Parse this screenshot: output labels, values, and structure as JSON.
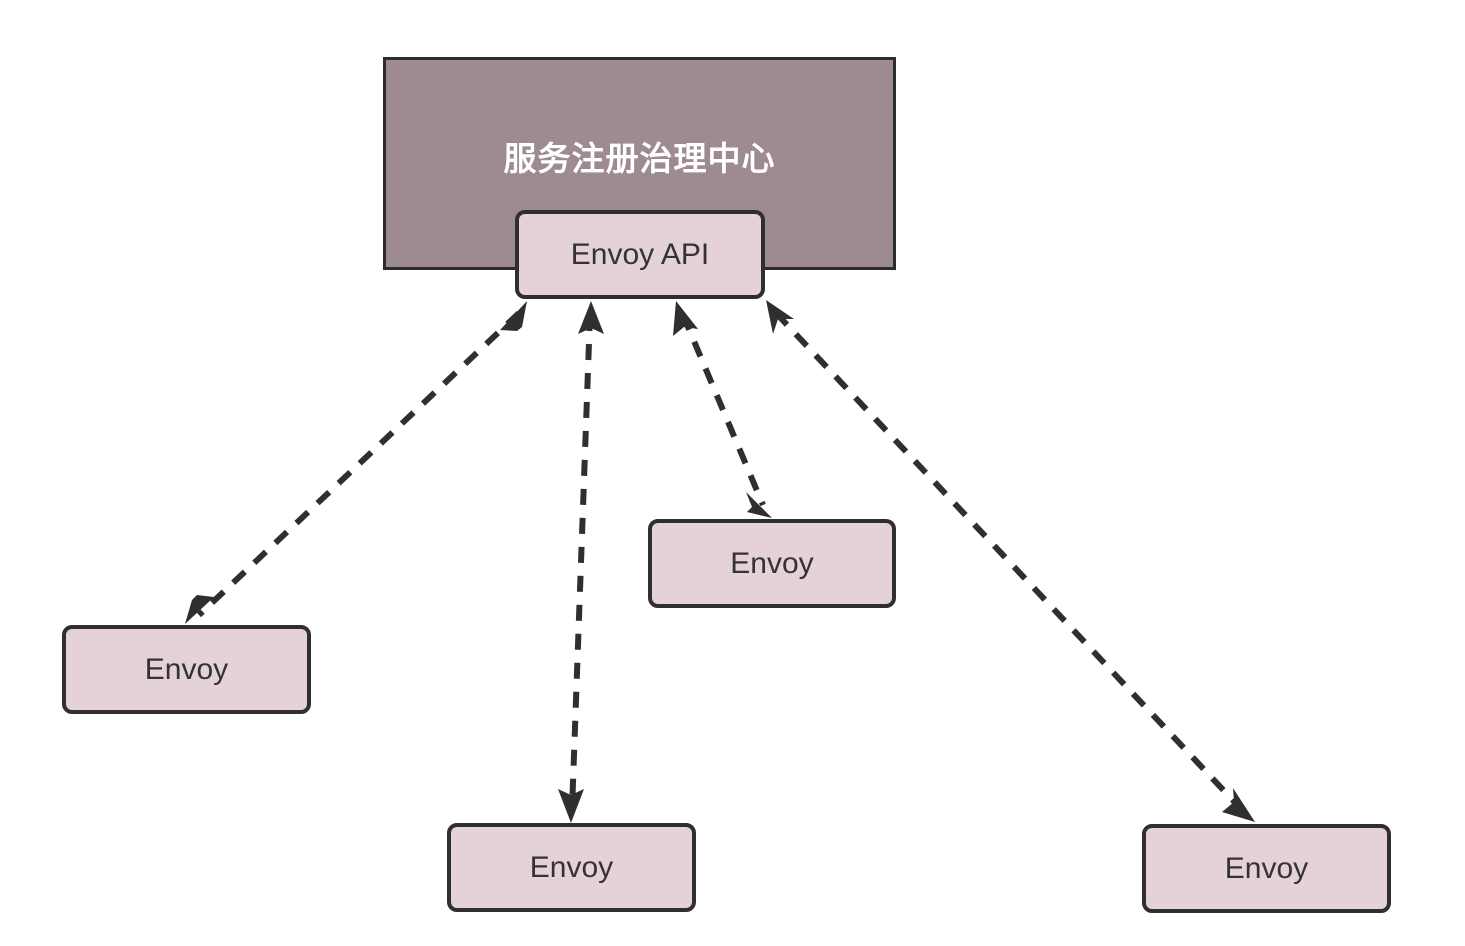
{
  "diagram": {
    "type": "architecture-diagram",
    "background_color": "#ffffff",
    "registry": {
      "title": "服务注册治理中心",
      "fill_color": "#9d8b90",
      "border_color": "#2c2c2c",
      "text_color": "#ffffff"
    },
    "api_node": {
      "label": "Envoy API",
      "fill_color": "#e4d2d8",
      "border_color": "#2f2f2f",
      "text_color": "#333333"
    },
    "envoy_nodes": [
      {
        "label": "Envoy",
        "position": "left"
      },
      {
        "label": "Envoy",
        "position": "middle-right"
      },
      {
        "label": "Envoy",
        "position": "bottom-middle"
      },
      {
        "label": "Envoy",
        "position": "bottom-right"
      }
    ],
    "edges": [
      {
        "from": "Envoy API",
        "to": "Envoy (left)",
        "style": "dashed",
        "direction": "bidirectional"
      },
      {
        "from": "Envoy API",
        "to": "Envoy (bottom-middle)",
        "style": "dashed",
        "direction": "bidirectional"
      },
      {
        "from": "Envoy API",
        "to": "Envoy (middle-right)",
        "style": "dashed",
        "direction": "bidirectional"
      },
      {
        "from": "Envoy API",
        "to": "Envoy (bottom-right)",
        "style": "dashed",
        "direction": "bidirectional"
      }
    ],
    "edge_color": "#2f2f2f"
  }
}
